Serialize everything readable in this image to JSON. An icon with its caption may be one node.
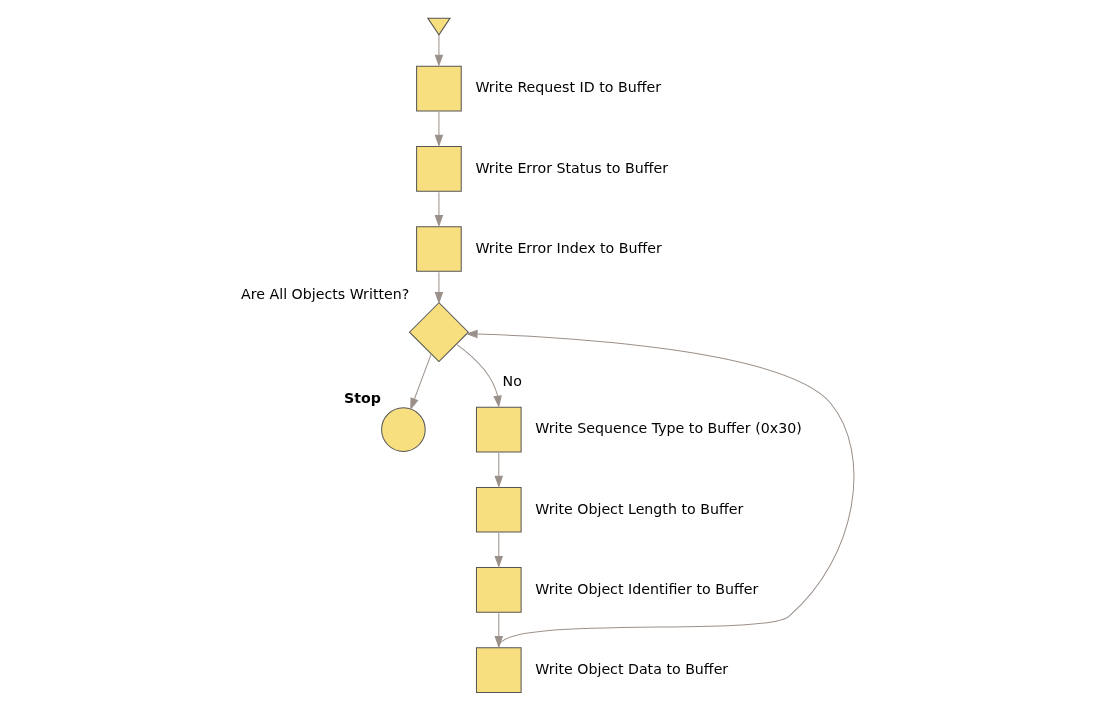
{
  "diagram": {
    "nodes": [
      {
        "text": [],
        "shape": "triangle"
      },
      {
        "text": [],
        "shape": "box",
        "beside": [
          "Write Request ID to Buffer"
        ]
      },
      {
        "text": [],
        "shape": "box",
        "beside": [
          "Write Error Status to Buffer"
        ]
      },
      {
        "text": [],
        "shape": "box",
        "beside": [
          "Write Error Index to Buffer"
        ]
      },
      {
        "text": [],
        "shape": "diamond",
        "beside": [
          "Are All Objects Written?"
        ]
      },
      {
        "text": [],
        "shape": "circle",
        "beside": [
          "Stop"
        ]
      },
      {
        "text": [],
        "shape": "box",
        "beside": [
          "Write Sequence Type to Buffer (0x30)"
        ]
      },
      {
        "text": [],
        "shape": "box",
        "beside": [
          "Write Object Length to Buffer"
        ]
      },
      {
        "text": [],
        "shape": "box",
        "beside": [
          "Write Object Identifier to Buffer"
        ]
      },
      {
        "text": [],
        "shape": "box",
        "beside": [
          "Write Object Data to Buffer"
        ]
      }
    ],
    "edges": [
      {
        "from": 0,
        "to": 1,
        "arrow": "to"
      },
      {
        "from": 1,
        "to": 2,
        "arrow": "to"
      },
      {
        "from": 2,
        "to": 3,
        "arrow": "to"
      },
      {
        "from": 3,
        "to": 4,
        "arrow": "to"
      },
      {
        "from": 4,
        "to": 5,
        "arrow": "to"
      },
      {
        "from": 4,
        "to": 6,
        "arrow": "to",
        "label": "No"
      },
      {
        "from": 6,
        "to": 7,
        "arrow": "to"
      },
      {
        "from": 7,
        "to": 8,
        "arrow": "to"
      },
      {
        "from": 8,
        "to": 9,
        "arrow": "to"
      },
      {
        "from": 9,
        "to": 4,
        "arrow": "to"
      }
    ]
  }
}
